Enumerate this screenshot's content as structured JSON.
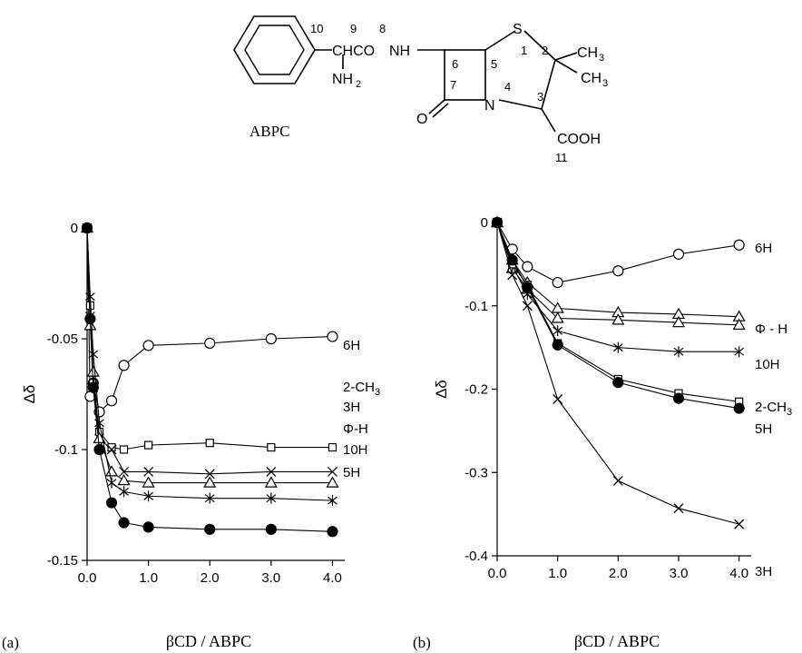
{
  "structure": {
    "name": "ABPC",
    "locants": [
      "10",
      "9",
      "8",
      "6",
      "5",
      "1",
      "2",
      "7",
      "4",
      "3",
      "11"
    ],
    "groups": {
      "chco": "CHCO",
      "nh": "NH",
      "nh2": "NH",
      "nh2_sub": "2",
      "s": "S",
      "n": "N",
      "o": "O",
      "cooh": "COOH",
      "ch3_a": "CH",
      "ch3_a_sub": "3",
      "ch3_b": "CH",
      "ch3_b_sub": "3"
    }
  },
  "chart_data": [
    {
      "type": "line",
      "panel_label": "(a)",
      "xlabel": "βCD / ABPC",
      "ylabel": "Δδ",
      "xlim": [
        0,
        4.2
      ],
      "ylim": [
        -0.15,
        0
      ],
      "xticks": [
        "0.0",
        "1.0",
        "2.0",
        "3.0",
        "4.0"
      ],
      "xtick_values": [
        0,
        1,
        2,
        3,
        4
      ],
      "yticks": [
        "0",
        "-0.05",
        "-0.1",
        "-0.15"
      ],
      "ytick_values": [
        0,
        -0.05,
        -0.1,
        -0.15
      ],
      "series": [
        {
          "name": "6H",
          "marker": "circle-open",
          "x": [
            0,
            0.05,
            0.1,
            0.2,
            0.4,
            0.6,
            1.0,
            2.0,
            3.0,
            4.0
          ],
          "y": [
            0,
            -0.076,
            -0.07,
            -0.083,
            -0.078,
            -0.062,
            -0.053,
            -0.052,
            -0.05,
            -0.049
          ]
        },
        {
          "name": "2-CH",
          "name_sub": "3",
          "marker": "square-open",
          "x": [
            0,
            0.05,
            0.1,
            0.2,
            0.4,
            0.6,
            1.0,
            2.0,
            3.0,
            4.0
          ],
          "y": [
            0,
            -0.035,
            -0.07,
            -0.092,
            -0.099,
            -0.1,
            -0.098,
            -0.097,
            -0.099,
            -0.099
          ]
        },
        {
          "name": "3H",
          "marker": "x",
          "x": [
            0,
            0.05,
            0.1,
            0.2,
            0.4,
            0.6,
            1.0,
            2.0,
            3.0,
            4.0
          ],
          "y": [
            0,
            -0.04,
            -0.072,
            -0.095,
            -0.1,
            -0.11,
            -0.11,
            -0.111,
            -0.11,
            -0.11
          ]
        },
        {
          "name": "Φ-H",
          "marker": "triangle-open",
          "x": [
            0,
            0.05,
            0.1,
            0.2,
            0.4,
            0.6,
            1.0,
            2.0,
            3.0,
            4.0
          ],
          "y": [
            0,
            -0.044,
            -0.065,
            -0.095,
            -0.11,
            -0.114,
            -0.115,
            -0.115,
            -0.115,
            -0.115
          ]
        },
        {
          "name": "10H",
          "marker": "asterisk",
          "x": [
            0,
            0.05,
            0.1,
            0.2,
            0.4,
            0.6,
            1.0,
            2.0,
            3.0,
            4.0
          ],
          "y": [
            0,
            -0.031,
            -0.057,
            -0.088,
            -0.115,
            -0.119,
            -0.121,
            -0.122,
            -0.122,
            -0.123
          ]
        },
        {
          "name": "5H",
          "marker": "circle-filled",
          "x": [
            0,
            0.05,
            0.1,
            0.2,
            0.4,
            0.6,
            1.0,
            2.0,
            3.0,
            4.0
          ],
          "y": [
            0,
            -0.041,
            -0.072,
            -0.1,
            -0.124,
            -0.133,
            -0.135,
            -0.136,
            -0.136,
            -0.137
          ]
        }
      ]
    },
    {
      "type": "line",
      "panel_label": "(b)",
      "xlabel": "βCD / ABPC",
      "ylabel": "Δδ",
      "xlim": [
        0,
        4.2
      ],
      "ylim": [
        -0.4,
        0
      ],
      "xticks": [
        "0.0",
        "1.0",
        "2.0",
        "3.0",
        "4.0"
      ],
      "xtick_values": [
        0,
        1,
        2,
        3,
        4
      ],
      "yticks": [
        "0",
        "-0.1",
        "-0.2",
        "-0.3",
        "-0.4"
      ],
      "ytick_values": [
        0,
        -0.1,
        -0.2,
        -0.3,
        -0.4
      ],
      "series": [
        {
          "name": "6H",
          "marker": "circle-open",
          "x": [
            0,
            0.25,
            0.5,
            1.0,
            2.0,
            3.0,
            4.0
          ],
          "y": [
            0,
            -0.032,
            -0.053,
            -0.072,
            -0.058,
            -0.038,
            -0.027
          ]
        },
        {
          "name": "Φ - H",
          "marker": "triangle-open",
          "x": [
            0,
            0.25,
            0.5,
            1.0,
            2.0,
            3.0,
            4.0
          ],
          "y": [
            0,
            -0.045,
            -0.072,
            -0.103,
            -0.108,
            -0.11,
            -0.113
          ]
        },
        {
          "name": "",
          "marker": "triangle-open",
          "x": [
            0,
            0.25,
            0.5,
            1.0,
            2.0,
            3.0,
            4.0
          ],
          "y": [
            0,
            -0.055,
            -0.08,
            -0.115,
            -0.117,
            -0.12,
            -0.123
          ]
        },
        {
          "name": "10H",
          "marker": "asterisk",
          "x": [
            0,
            0.25,
            0.5,
            1.0,
            2.0,
            3.0,
            4.0
          ],
          "y": [
            0,
            -0.052,
            -0.086,
            -0.13,
            -0.15,
            -0.155,
            -0.155
          ]
        },
        {
          "name": "2-CH",
          "name_sub": "3",
          "marker": "square-open",
          "x": [
            0,
            0.25,
            0.5,
            1.0,
            2.0,
            3.0,
            4.0
          ],
          "y": [
            0,
            -0.05,
            -0.075,
            -0.145,
            -0.188,
            -0.205,
            -0.215
          ]
        },
        {
          "name": "5H",
          "marker": "circle-filled",
          "x": [
            0,
            0.25,
            0.5,
            1.0,
            2.0,
            3.0,
            4.0
          ],
          "y": [
            0,
            -0.045,
            -0.078,
            -0.147,
            -0.192,
            -0.211,
            -0.223
          ]
        },
        {
          "name": "3H",
          "marker": "x",
          "x": [
            0,
            0.25,
            0.5,
            1.0,
            2.0,
            3.0,
            4.0
          ],
          "y": [
            0,
            -0.063,
            -0.1,
            -0.212,
            -0.31,
            -0.343,
            -0.362
          ]
        }
      ]
    }
  ]
}
